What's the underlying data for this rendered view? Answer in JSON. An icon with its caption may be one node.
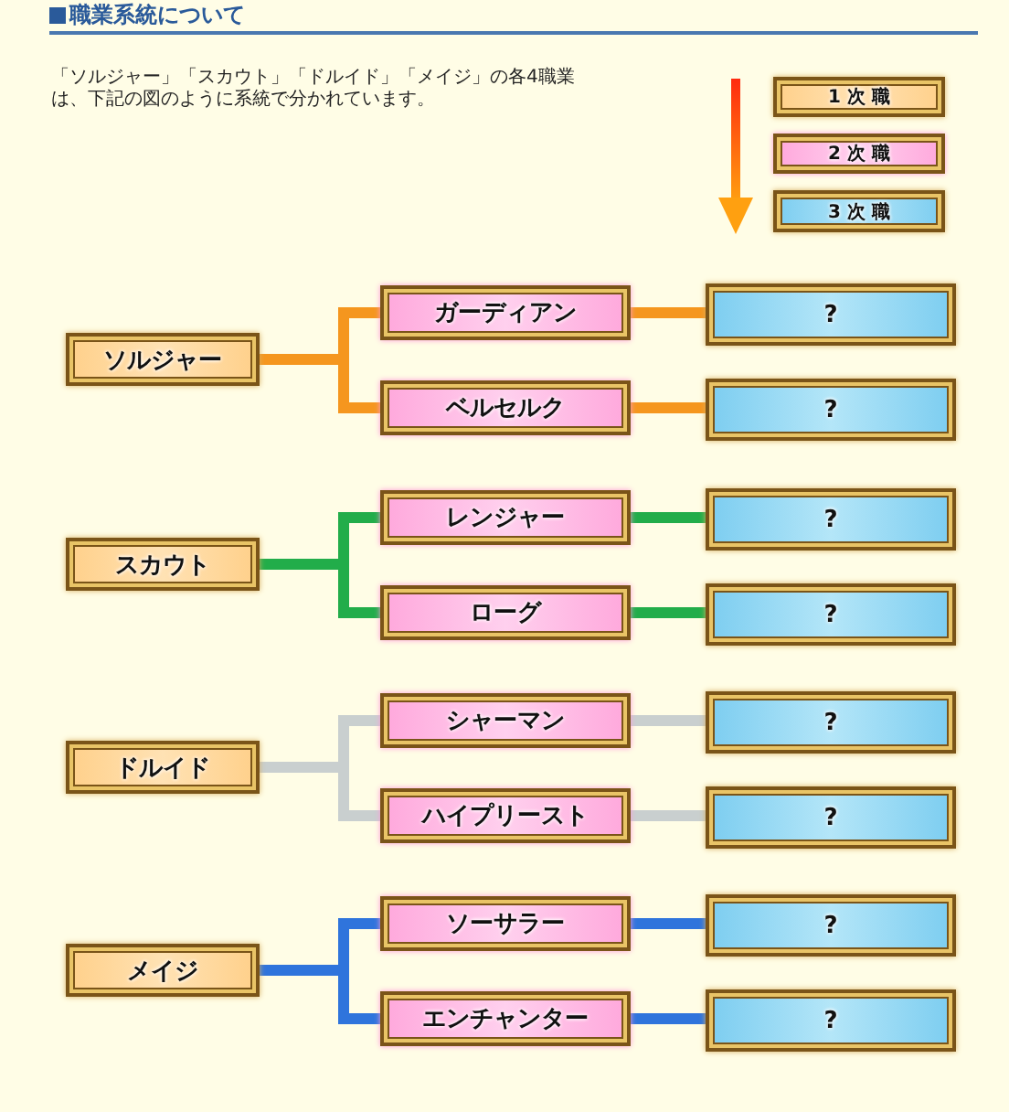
{
  "diagram": {
    "title": "職業系統について",
    "nodes": [
      {
        "text": [
          "1 次 職"
        ]
      },
      {
        "text": [
          "2 次 職"
        ]
      },
      {
        "text": [
          "3 次 職"
        ]
      },
      {
        "text": [
          "ソルジャー"
        ]
      },
      {
        "text": [
          "ガーディアン"
        ]
      },
      {
        "text": [
          "?"
        ]
      },
      {
        "text": [
          "ベルセルク"
        ]
      },
      {
        "text": [
          "?"
        ]
      },
      {
        "text": [
          "スカウト"
        ]
      },
      {
        "text": [
          "レンジャー"
        ]
      },
      {
        "text": [
          "?"
        ]
      },
      {
        "text": [
          "ローグ"
        ]
      },
      {
        "text": [
          "?"
        ]
      },
      {
        "text": [
          "ドルイド"
        ]
      },
      {
        "text": [
          "シャーマン"
        ]
      },
      {
        "text": [
          "?"
        ]
      },
      {
        "text": [
          "ハイプリースト"
        ]
      },
      {
        "text": [
          "?"
        ]
      },
      {
        "text": [
          "メイジ"
        ]
      },
      {
        "text": [
          "ソーサラー"
        ]
      },
      {
        "text": [
          "?"
        ]
      },
      {
        "text": [
          "エンチャンター"
        ]
      },
      {
        "text": [
          "?"
        ]
      }
    ],
    "edges": [
      {
        "from": 3,
        "to": 4,
        "arrow": "none",
        "color": "#f5961e"
      },
      {
        "from": 3,
        "to": 6,
        "arrow": "none",
        "color": "#f5961e"
      },
      {
        "from": 4,
        "to": 5,
        "arrow": "none",
        "color": "#f5961e"
      },
      {
        "from": 6,
        "to": 7,
        "arrow": "none",
        "color": "#f5961e"
      },
      {
        "from": 8,
        "to": 9,
        "arrow": "none",
        "color": "#22ad4a"
      },
      {
        "from": 8,
        "to": 11,
        "arrow": "none",
        "color": "#22ad4a"
      },
      {
        "from": 9,
        "to": 10,
        "arrow": "none",
        "color": "#22ad4a"
      },
      {
        "from": 11,
        "to": 12,
        "arrow": "none",
        "color": "#22ad4a"
      },
      {
        "from": 13,
        "to": 14,
        "arrow": "none",
        "color": "#c9cfcf"
      },
      {
        "from": 13,
        "to": 16,
        "arrow": "none",
        "color": "#c9cfcf"
      },
      {
        "from": 14,
        "to": 15,
        "arrow": "none",
        "color": "#c9cfcf"
      },
      {
        "from": 16,
        "to": 17,
        "arrow": "none",
        "color": "#c9cfcf"
      },
      {
        "from": 18,
        "to": 19,
        "arrow": "none",
        "color": "#2f74dc"
      },
      {
        "from": 18,
        "to": 21,
        "arrow": "none",
        "color": "#2f74dc"
      },
      {
        "from": 19,
        "to": 20,
        "arrow": "none",
        "color": "#2f74dc"
      },
      {
        "from": 21,
        "to": 22,
        "arrow": "none",
        "color": "#2f74dc"
      }
    ],
    "labels": [
      "「ソルジャー」「スカウト」「ドルイド」「メイジ」の各4職業は、下記の図のように系統で分かれています。"
    ]
  }
}
